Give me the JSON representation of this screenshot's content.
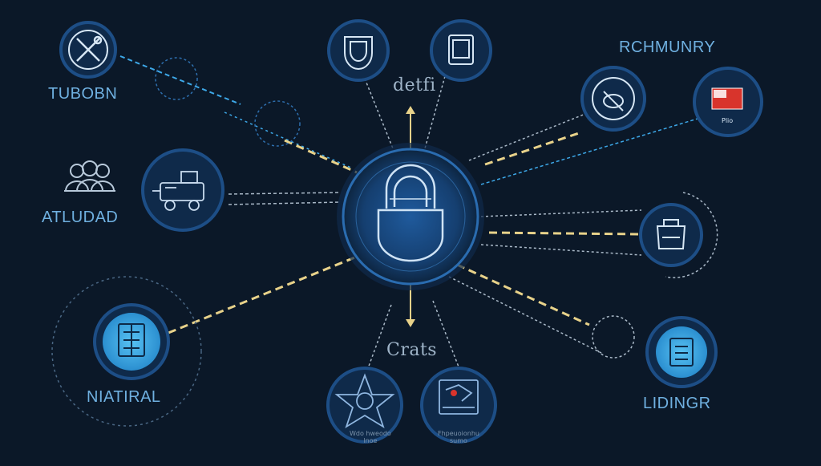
{
  "labels": {
    "top_left": "TUBOBN",
    "mid_left": "ATLUDAD",
    "bottom_left": "NIATIRAL",
    "top_center": "detfi",
    "bottom_center": "Crats",
    "top_right": "RCHMUNRY",
    "bottom_right": "LIDINGR"
  },
  "captions": {
    "bottom_node_1": "Wdo hweodo\nlnoe",
    "bottom_node_2": "Fhpeuoionhu\nsumo",
    "flag_node": "Plio"
  },
  "colors": {
    "background": "#0b1828",
    "node_ring": "#1d4e86",
    "node_fill": "#0f2a4a",
    "accent_blue": "#3da8e8",
    "accent_yellow": "#e8d28a",
    "flag_red": "#d8342c"
  },
  "icons": {
    "center": "padlock-icon",
    "top_left": "tools-icon",
    "mid_left": "machine-icon",
    "bottom_left": "clipboard-icon",
    "top_center_1": "shield-icon",
    "top_center_2": "tablet-icon",
    "top_right_1": "money-icon",
    "top_right_2": "flag-icon",
    "mid_right": "bag-icon",
    "bottom_right": "checklist-icon",
    "bottom_center_1": "star-icon",
    "bottom_center_2": "hand-icon",
    "people": "people-icon"
  }
}
